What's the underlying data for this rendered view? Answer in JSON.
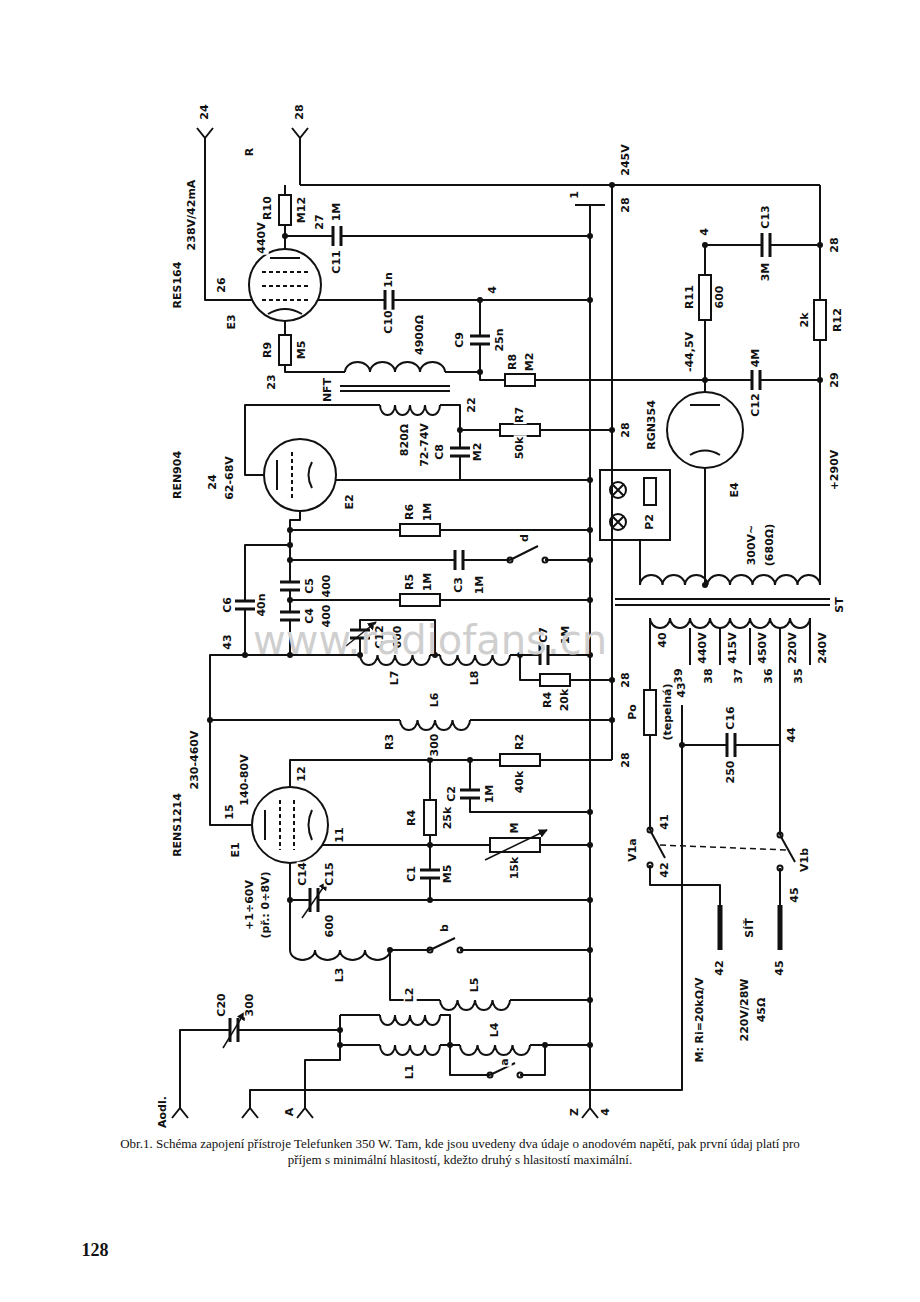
{
  "diagram": {
    "caption": "Obr.1. Schéma zapojení přístroje Telefunken 350 W. Tam, kde jsou uvedeny dva údaje o anodovém napětí, pak první údaj platí pro příjem s minimální hlasitostí, kdežto druhý s hlasitostí maximální.",
    "labels": [
      "24",
      "28",
      "R",
      "RES164",
      "238V/42mA",
      "26",
      "E3",
      "440V",
      "R10",
      "M12",
      "27",
      "C11",
      "1M",
      "R9",
      "M5",
      "23",
      "C10",
      "1n",
      "NFT",
      "4900Ω",
      "C9",
      "25n",
      "4",
      "R8",
      "M2",
      "820Ω",
      "22",
      "72-74V",
      "C8",
      "M2",
      "R7",
      "50k",
      "28",
      "REN904",
      "24",
      "62-68V",
      "E2",
      "C6",
      "40n",
      "C5",
      "400",
      "C4",
      "400",
      "R6",
      "1M",
      "C3",
      "1M",
      "d",
      "R5",
      "1M",
      "C12",
      "600",
      "L7",
      "L8",
      "C7",
      "1M",
      "R4",
      "20k",
      "28",
      "43",
      "L6",
      "300",
      "R3",
      "RENS1214",
      "E1",
      "230-460V",
      "15",
      "140-80V",
      "12",
      "+1÷60V",
      "(př.: 0÷8V)",
      "11",
      "R4",
      "25k",
      "C2",
      "1M",
      "R2",
      "40k",
      "28",
      "M",
      "15k",
      "C1",
      "M5",
      "C14",
      "C15",
      "600",
      "L3",
      "b",
      "L5",
      "L2",
      "L1",
      "L4",
      "a",
      "C20",
      "300",
      "Aodl.",
      "A",
      "Z",
      "4",
      "1",
      "245V",
      "28",
      "4",
      "C13",
      "3M",
      "28",
      "R12",
      "2k",
      "29",
      "R11",
      "600",
      "-44,5V",
      "C12",
      "4M",
      "+290V",
      "RGN354",
      "E4",
      "P2",
      "300V~",
      "(680Ω)",
      "ST",
      "40",
      "440V",
      "415V",
      "450V",
      "220V",
      "240V",
      "39",
      "38",
      "37",
      "36",
      "35",
      "Po",
      "(tepelná)",
      "43",
      "V1a",
      "41",
      "42",
      "C16",
      "250",
      "44",
      "V1b",
      "45",
      "42",
      "SÍŤ",
      "45",
      "M: Ri=20kΩ/V",
      "220V/28W",
      "45Ω",
      "www.radiofans.cn",
      "128"
    ]
  }
}
